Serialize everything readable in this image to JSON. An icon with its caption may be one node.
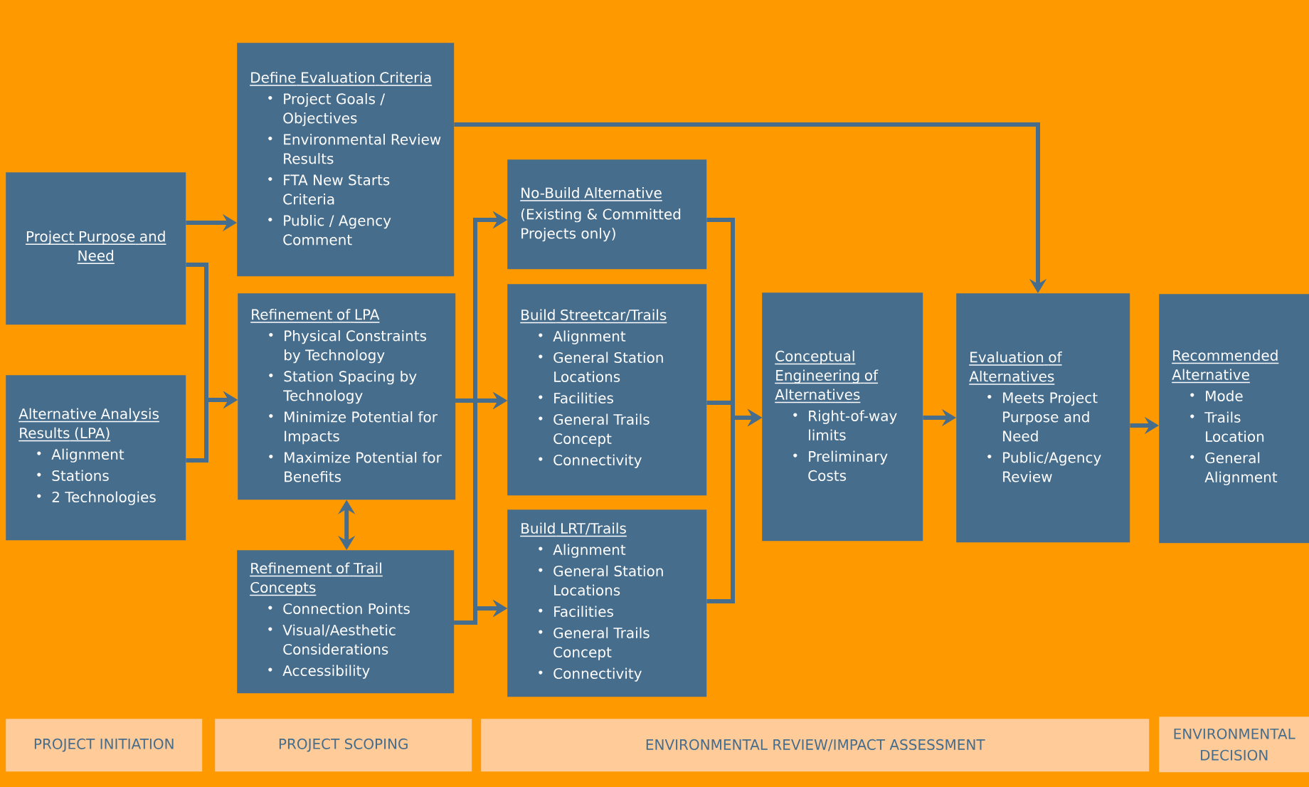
{
  "diagram": {
    "nodes": [
      {
        "text": [
          "Project Purpose and Need"
        ]
      },
      {
        "text": [
          "Alternative Analysis Results (LPA)",
          "Alignment",
          "Stations",
          "2 Technologies"
        ]
      },
      {
        "text": [
          "Define Evaluation Criteria",
          "Project Goals / Objectives",
          "Environmental Review Results",
          "FTA New Starts Criteria",
          "Public / Agency Comment"
        ]
      },
      {
        "text": [
          "Refinement of LPA",
          "Physical Constraints by Technology",
          "Station Spacing by Technology",
          "Minimize Potential for Impacts",
          "Maximize Potential for Benefits"
        ]
      },
      {
        "text": [
          "Refinement of Trail Concepts",
          "Connection Points",
          "Visual/Aesthetic Considerations",
          "Accessibility"
        ]
      },
      {
        "text": [
          "No-Build Alternative",
          "(Existing & Committed Projects only)"
        ]
      },
      {
        "text": [
          "Build Streetcar/Trails",
          "Alignment",
          "General Station Locations",
          "Facilities",
          "General Trails Concept",
          "Connectivity"
        ]
      },
      {
        "text": [
          "Build LRT/Trails",
          "Alignment",
          "General Station Locations",
          "Facilities",
          "General Trails Concept",
          "Connectivity"
        ]
      },
      {
        "text": [
          "Conceptual Engineering of Alternatives",
          "Right-of-way limits",
          "Preliminary Costs"
        ]
      },
      {
        "text": [
          "Evaluation of Alternatives",
          "Meets Project Purpose and Need",
          "Public/Agency Review"
        ]
      },
      {
        "text": [
          "Recommended Alternative",
          "Mode",
          "Trails Location",
          "General Alignment"
        ]
      },
      {
        "text": [
          "PROJECT INITIATION"
        ]
      },
      {
        "text": [
          "PROJECT SCOPING"
        ]
      },
      {
        "text": [
          "ENVIRONMENTAL REVIEW/IMPACT ASSESSMENT"
        ]
      },
      {
        "text": [
          "ENVIRONMENTAL DECISION"
        ]
      }
    ],
    "edges": [
      {
        "from": 0,
        "to": 2,
        "arrow": "to"
      },
      {
        "from": 0,
        "to": 3,
        "arrow": "to"
      },
      {
        "from": 1,
        "to": 3,
        "arrow": "to"
      },
      {
        "from": 3,
        "to": 4,
        "arrow": "both"
      },
      {
        "from": 3,
        "to": 5,
        "arrow": "to"
      },
      {
        "from": 3,
        "to": 6,
        "arrow": "to"
      },
      {
        "from": 3,
        "to": 7,
        "arrow": "to"
      },
      {
        "from": 4,
        "to": 5,
        "arrow": "to"
      },
      {
        "from": 4,
        "to": 6,
        "arrow": "to"
      },
      {
        "from": 4,
        "to": 7,
        "arrow": "to"
      },
      {
        "from": 5,
        "to": 8,
        "arrow": "to"
      },
      {
        "from": 6,
        "to": 8,
        "arrow": "to"
      },
      {
        "from": 7,
        "to": 8,
        "arrow": "to"
      },
      {
        "from": 8,
        "to": 9,
        "arrow": "to"
      },
      {
        "from": 2,
        "to": 9,
        "arrow": "to"
      },
      {
        "from": 9,
        "to": 10,
        "arrow": "to"
      }
    ]
  }
}
